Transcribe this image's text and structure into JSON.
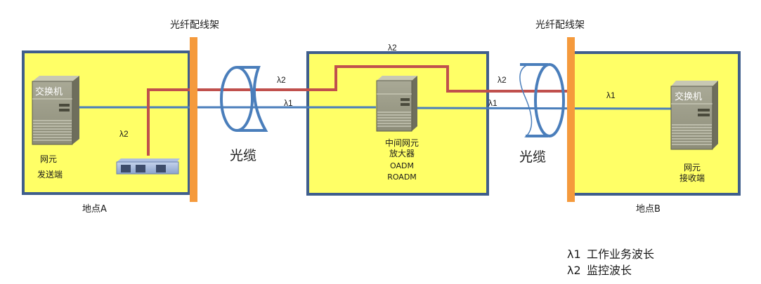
{
  "diagram": {
    "colors": {
      "site_fill": "#ffff66",
      "site_border": "#3f5e8c",
      "odf_bar": "#f59a3c",
      "lambda1_line": "#4a7ebb",
      "lambda2_line": "#c0504d",
      "cable": "#4a7ebb"
    },
    "odf_left": {
      "label": "光纤配线架"
    },
    "odf_right": {
      "label": "光纤配线架"
    },
    "site_a": {
      "label": "地点A",
      "switch_label": "交换机",
      "ne_label": "网元",
      "role_label": "发送端",
      "lambda2_label": "λ2"
    },
    "middle": {
      "lines": [
        "中间网元",
        "放大器",
        "OADM",
        "ROADM"
      ],
      "lambda2_top_label": "λ2"
    },
    "site_b": {
      "label": "地点B",
      "switch_label": "交换机",
      "ne_label": "网元",
      "role_label": "接收端",
      "lambda1_label": "λ1"
    },
    "cable_left": {
      "label": "光缆",
      "lambda2_label": "λ2",
      "lambda1_label": "λ1"
    },
    "cable_right": {
      "label": "光缆",
      "lambda2_label": "λ2",
      "lambda1_label": "λ1"
    },
    "legend": [
      {
        "key": "λ1",
        "text": "工作业务波长"
      },
      {
        "key": "λ2",
        "text": "监控波长"
      }
    ]
  }
}
